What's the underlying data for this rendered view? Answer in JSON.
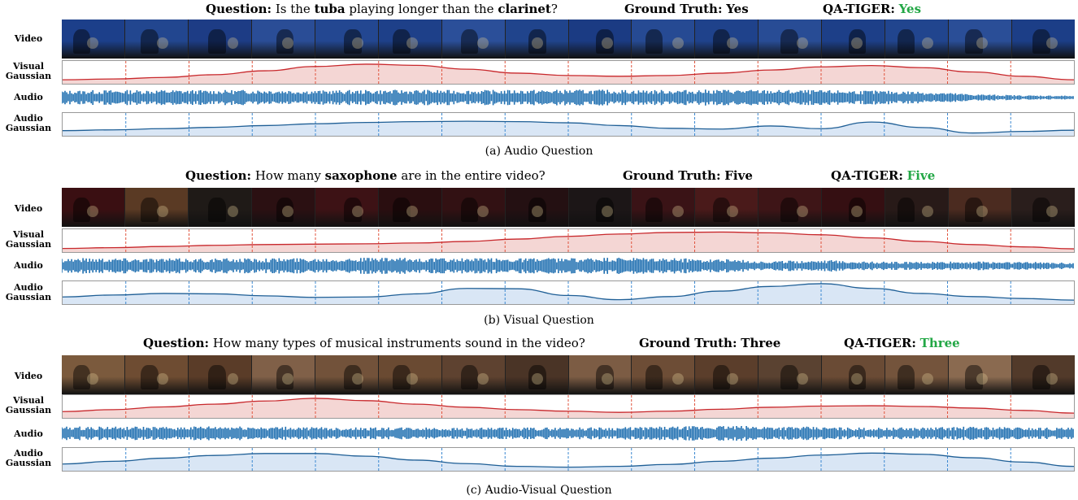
{
  "colors": {
    "visual_line": "#c8282c",
    "visual_fill": "#f4d6d4",
    "audio_line": "#1f5f96",
    "audio_fill": "#d9e6f5",
    "waveform": "#1f6fb0",
    "answer_green": "#22a745"
  },
  "row_labels": {
    "video": "Video",
    "visual_1": "Visual",
    "visual_2": "Gaussian",
    "audio": "Audio",
    "audio_g_1": "Audio",
    "audio_g_2": "Gaussian"
  },
  "question_prefix": "Question:",
  "gt_prefix": "Ground Truth:",
  "model_prefix": "QA-TIGER:",
  "panels": [
    {
      "question_parts": [
        {
          "t": "Is the ",
          "b": false
        },
        {
          "t": "tuba",
          "b": true
        },
        {
          "t": " playing longer than the ",
          "b": false
        },
        {
          "t": "clarinet",
          "b": true
        },
        {
          "t": "?",
          "b": false
        }
      ],
      "ground_truth": "Yes",
      "prediction": "Yes",
      "caption": "(a) Audio Question",
      "frame_colors": [
        "#1c3f8a",
        "#22468f",
        "#1d3c85",
        "#2a4d96",
        "#234791",
        "#1e4089",
        "#2b4f99",
        "#20448c",
        "#1b3b83",
        "#264a93",
        "#1f428b",
        "#284c95",
        "#1d3f88",
        "#21458e",
        "#2a4e97",
        "#1c3e87"
      ],
      "visual_gauss": [
        0.12,
        0.16,
        0.24,
        0.38,
        0.58,
        0.8,
        0.92,
        0.86,
        0.66,
        0.46,
        0.34,
        0.3,
        0.34,
        0.46,
        0.62,
        0.78,
        0.85,
        0.74,
        0.52,
        0.3,
        0.12
      ],
      "audio_gauss": [
        0.18,
        0.22,
        0.28,
        0.35,
        0.44,
        0.53,
        0.6,
        0.64,
        0.66,
        0.64,
        0.58,
        0.44,
        0.3,
        0.26,
        0.42,
        0.28,
        0.62,
        0.34,
        0.06,
        0.14,
        0.2
      ],
      "waveform_env": [
        0.72,
        0.78,
        0.8,
        0.76,
        0.82,
        0.74,
        0.78,
        0.8,
        0.77,
        0.79,
        0.82,
        0.8,
        0.78,
        0.83,
        0.79,
        0.76,
        0.72,
        0.64,
        0.36,
        0.24,
        0.2
      ]
    },
    {
      "question_parts": [
        {
          "t": "How many ",
          "b": false
        },
        {
          "t": "saxophone",
          "b": true
        },
        {
          "t": " are in the entire video?",
          "b": false
        }
      ],
      "ground_truth": "Five",
      "prediction": "Five",
      "caption": "(b) Visual Question",
      "frame_colors": [
        "#3a0f12",
        "#5a3a24",
        "#1f1a17",
        "#2b1012",
        "#3d1215",
        "#2a0e10",
        "#321113",
        "#241012",
        "#1c1617",
        "#3a1316",
        "#4a1a1a",
        "#3e1517",
        "#350f12",
        "#281a18",
        "#4b2b20",
        "#2a1e1c"
      ],
      "visual_gauss": [
        0.1,
        0.14,
        0.2,
        0.26,
        0.3,
        0.32,
        0.34,
        0.38,
        0.46,
        0.58,
        0.72,
        0.84,
        0.92,
        0.94,
        0.9,
        0.8,
        0.64,
        0.46,
        0.3,
        0.18,
        0.08
      ],
      "audio_gauss": [
        0.28,
        0.38,
        0.46,
        0.44,
        0.34,
        0.26,
        0.28,
        0.44,
        0.72,
        0.7,
        0.36,
        0.14,
        0.3,
        0.58,
        0.82,
        0.96,
        0.72,
        0.46,
        0.3,
        0.2,
        0.12
      ],
      "waveform_env": [
        0.82,
        0.84,
        0.78,
        0.76,
        0.8,
        0.82,
        0.86,
        0.8,
        0.78,
        0.82,
        0.8,
        0.84,
        0.8,
        0.74,
        0.48,
        0.64,
        0.44,
        0.42,
        0.46,
        0.42,
        0.36
      ]
    },
    {
      "question_parts": [
        {
          "t": "How many types of musical instruments sound in the video?",
          "b": false
        }
      ],
      "ground_truth": "Three",
      "prediction": "Three",
      "caption": "(c) Audio-Visual Question",
      "frame_colors": [
        "#7b5a3d",
        "#6e4c32",
        "#5a3c28",
        "#806048",
        "#72523a",
        "#6a4a32",
        "#5e4230",
        "#4a3426",
        "#7c5c44",
        "#6d4d36",
        "#5b3e2b",
        "#5a4231",
        "#6a4b35",
        "#74543c",
        "#8a6a50",
        "#523a2a"
      ],
      "visual_gauss": [
        0.24,
        0.34,
        0.48,
        0.62,
        0.78,
        0.92,
        0.8,
        0.62,
        0.46,
        0.34,
        0.26,
        0.2,
        0.26,
        0.36,
        0.46,
        0.52,
        0.54,
        0.5,
        0.42,
        0.3,
        0.16
      ],
      "audio_gauss": [
        0.26,
        0.4,
        0.56,
        0.7,
        0.8,
        0.8,
        0.66,
        0.46,
        0.28,
        0.14,
        0.1,
        0.14,
        0.24,
        0.4,
        0.56,
        0.72,
        0.82,
        0.76,
        0.58,
        0.36,
        0.14
      ],
      "waveform_env": [
        0.7,
        0.72,
        0.66,
        0.74,
        0.7,
        0.64,
        0.6,
        0.62,
        0.58,
        0.6,
        0.62,
        0.64,
        0.7,
        0.78,
        0.74,
        0.66,
        0.58,
        0.62,
        0.7,
        0.64,
        0.58
      ]
    }
  ]
}
